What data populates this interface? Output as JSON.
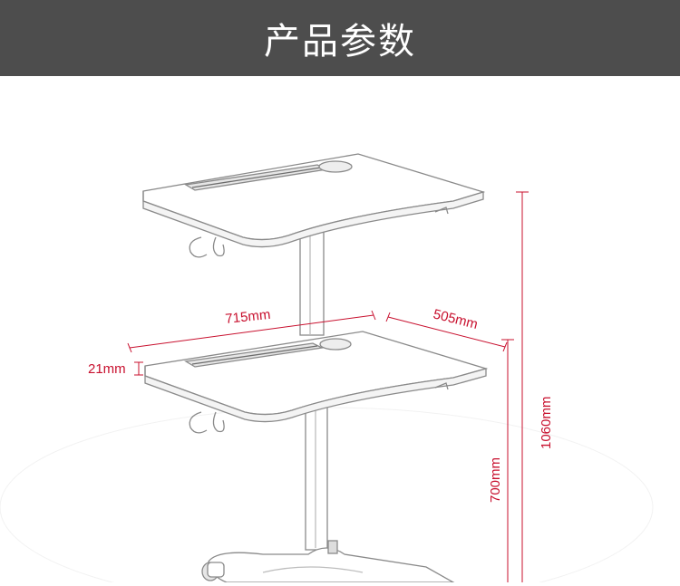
{
  "header": {
    "title": "产品参数"
  },
  "dimensions": {
    "width": "715mm",
    "depth": "505mm",
    "thickness": "21mm",
    "min_height": "700mm",
    "max_height": "1060mm"
  },
  "colors": {
    "header_bg": "#4d4d4d",
    "dimension_red": "#c8102e",
    "line_gray": "#8a8a8a"
  }
}
